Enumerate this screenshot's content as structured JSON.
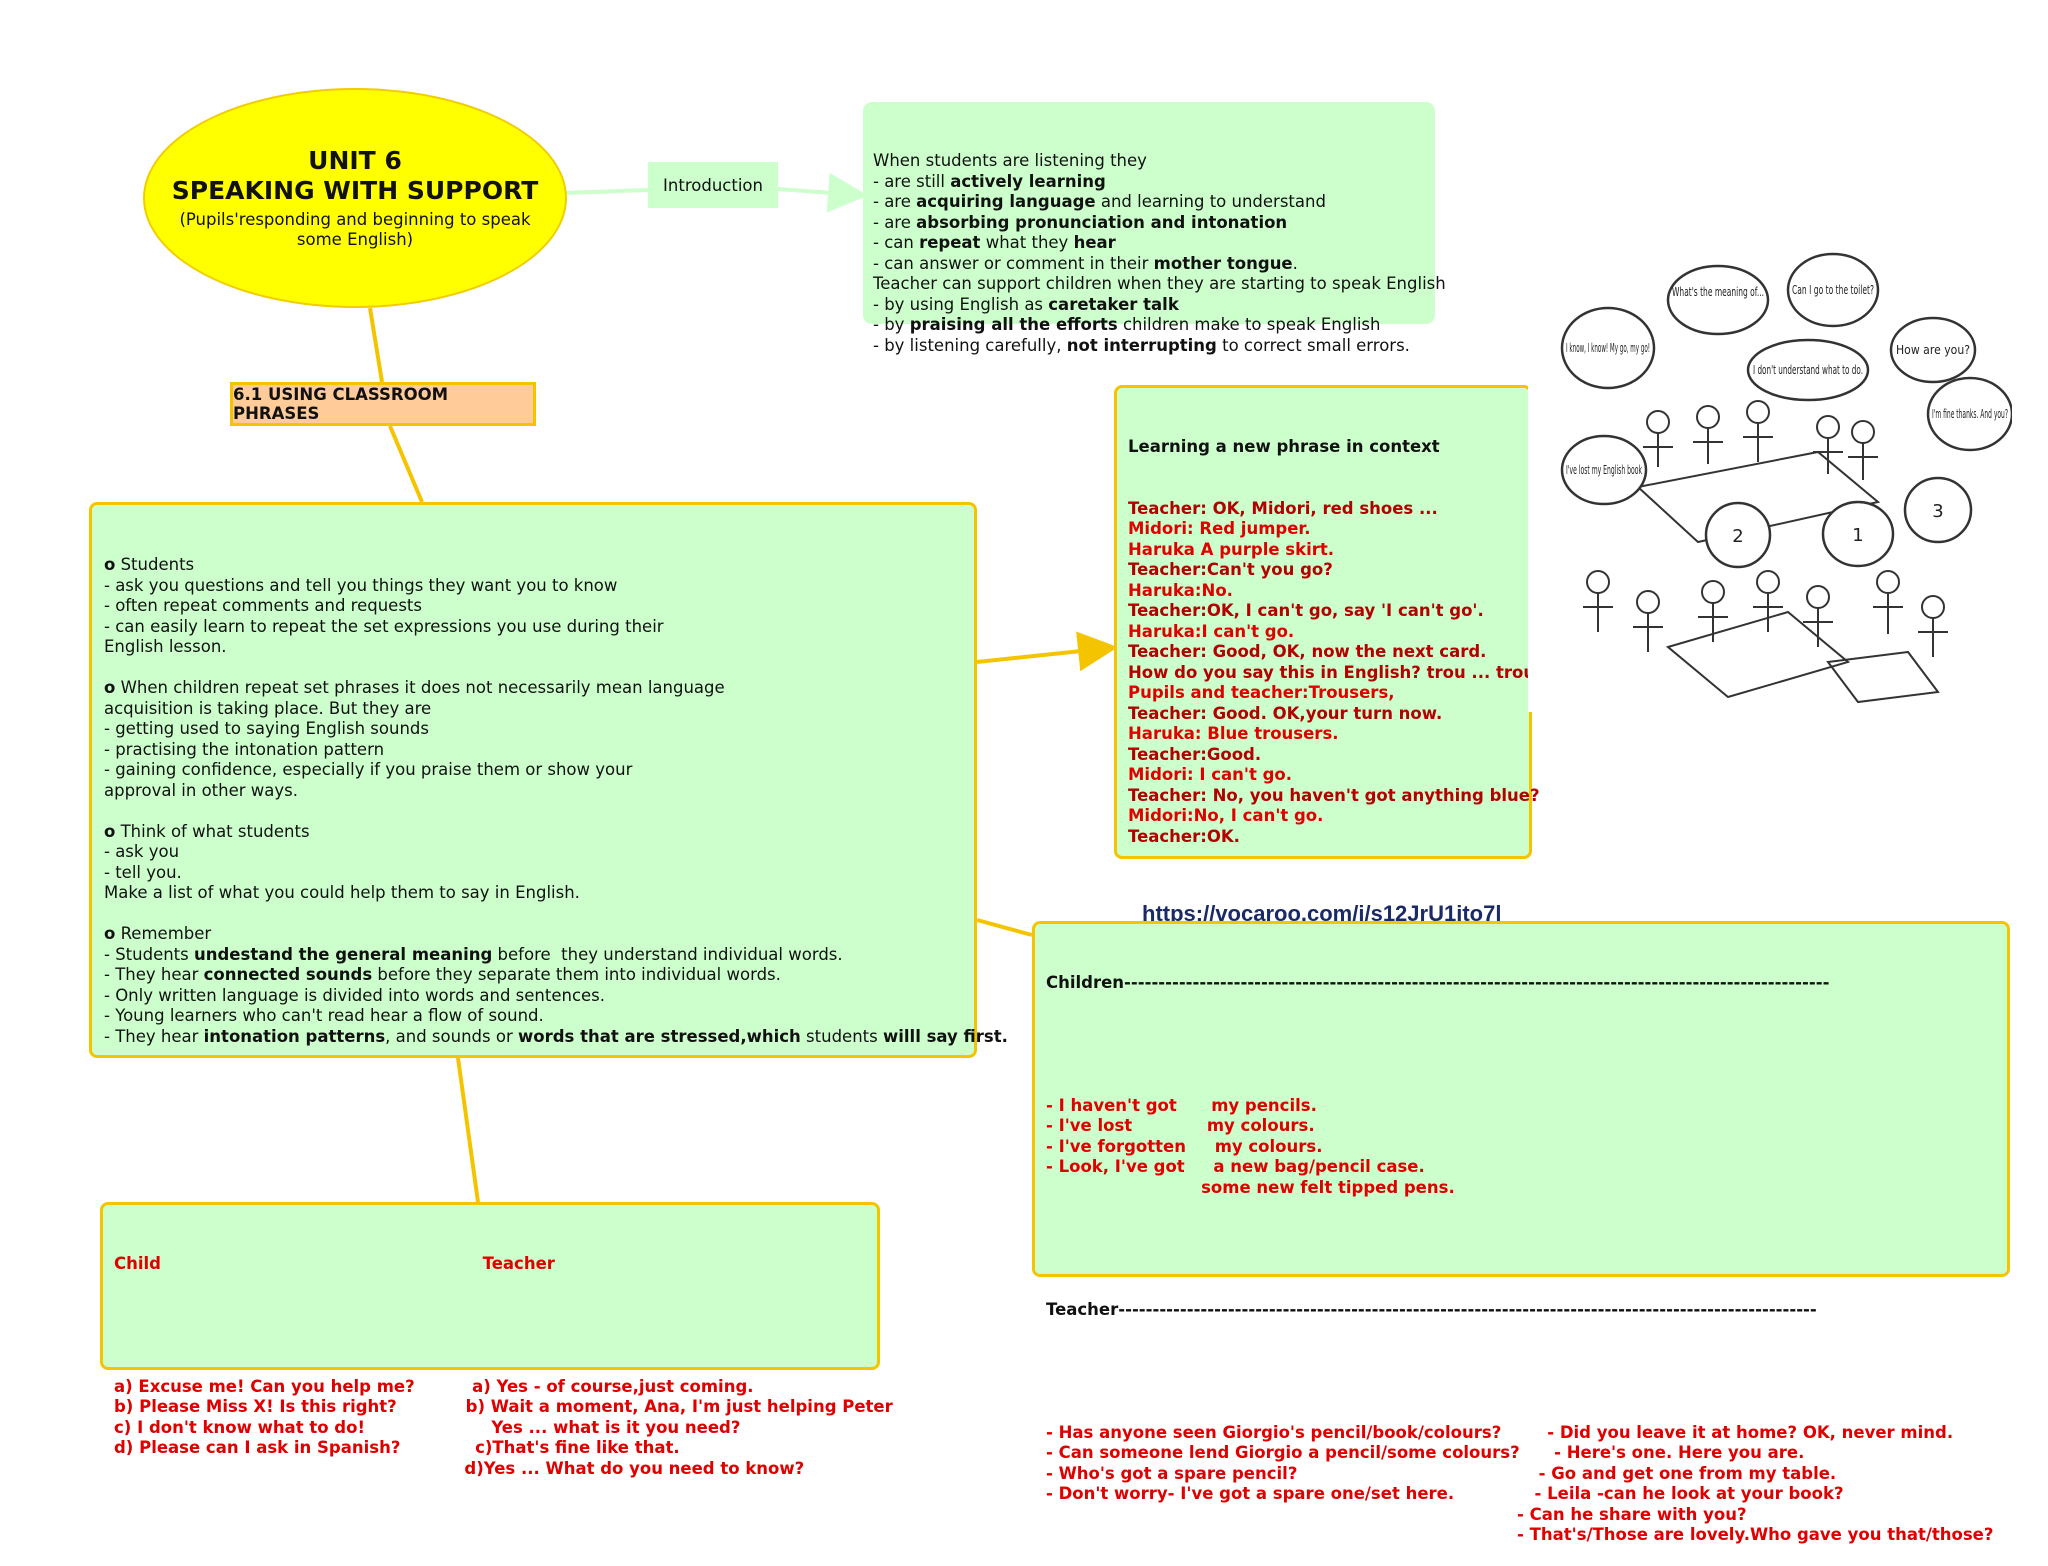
{
  "title": {
    "line1": "UNIT 6",
    "line2": "SPEAKING WITH SUPPORT",
    "subtitle": "(Pupils'responding and beginning to speak some English)"
  },
  "introduction": {
    "label": "Introduction",
    "lines": [
      "When students are listening they",
      "- are still **actively learning**",
      "- are **acquiring language** and learning to understand",
      "- are **absorbing pronunciation and intonation**",
      "- can **repeat** what they **hear**",
      "- can answer or comment in their **mother tongue**.",
      "Teacher can support children when they are starting to speak English",
      "- by using English as **caretaker talk**",
      "- by **praising all the efforts** children make to speak English",
      "- by listening carefully, **not interrupting** to correct small errors."
    ]
  },
  "section_label": "6.1 USING CLASSROOM PHRASES",
  "students": {
    "lines": [
      "**o** Students",
      "- ask you questions and tell you things they want you to know",
      "- often repeat comments and requests",
      "- can easily learn to repeat the set expressions you use during their",
      "English lesson.",
      "",
      "**o** When children repeat set phrases it does not necessarily mean language",
      "acquisition is taking place. But they are",
      "- getting used to saying English sounds",
      "- practising the intonation pattern",
      "- gaining confidence, especially if you praise them or show your",
      "approval in other ways.",
      "",
      "**o** Think of what students",
      "- ask you",
      "- tell you.",
      "Make a list of what you could help them to say in English.",
      "",
      "**o** Remember",
      "- Students **undestand the general meaning** before  they understand individual words.",
      "- They hear **connected sounds** before they separate them into individual words.",
      "- Only written language is divided into words and sentences.",
      "- Young learners who can't read hear a flow of sound.",
      "- They hear **intonation patterns**, and sounds or **words that are stressed,which** students **willl say first.**"
    ]
  },
  "context": {
    "heading": "Learning a new phrase in context",
    "lines": [
      {
        "text": "Teacher: OK, Midori, red shoes ...",
        "style": "dred"
      },
      {
        "text": "Midori: Red jumper.",
        "style": "red"
      },
      {
        "text": "Haruka A purple skirt.",
        "style": "red"
      },
      {
        "text": "Teacher:Can't you go?",
        "style": "dred"
      },
      {
        "text": "Haruka:No.",
        "style": "red"
      },
      {
        "text": "Teacher:OK, I can't go, say 'I can't go'.",
        "style": "dred"
      },
      {
        "text": "Haruka:I can't go.",
        "style": "red"
      },
      {
        "text": "Teacher: Good, OK, now the next card.",
        "style": "dred"
      },
      {
        "text": "How do you say this in English? trou ... trou",
        "style": "dred"
      },
      {
        "text": "Pupils and teacher:Trousers,",
        "style": "red"
      },
      {
        "text": "Teacher: Good. OK,your turn now.",
        "style": "dred"
      },
      {
        "text": "Haruka: Blue trousers.",
        "style": "red"
      },
      {
        "text": "Teacher:Good.",
        "style": "dred"
      },
      {
        "text": "Midori: I can't go.",
        "style": "red"
      },
      {
        "text": "Teacher: No, you haven't got anything blue?",
        "style": "dred"
      },
      {
        "text": "Midori:No, I can't go.",
        "style": "red"
      },
      {
        "text": "Teacher:OK.",
        "style": "dred"
      }
    ],
    "url": "https://vocaroo.com/i/s12JrU1ito7l"
  },
  "materials": {
    "children_heading": "Children-------------------------------------------------------------------------------------------------------",
    "children_lines": [
      "- I haven't got      my pencils.",
      "- I've lost             my colours.",
      "- I've forgotten     my colours.",
      "- Look, I've got     a new bag/pencil case.",
      "                           some new felt tipped pens."
    ],
    "teacher_heading": "Teacher------------------------------------------------------------------------------------------------------",
    "teacher_lines": [
      "- Has anyone seen Giorgio's pencil/book/colours?        - Did you leave it at home? OK, never mind.",
      "- Can someone lend Giorgio a pencil/some colours?      - Here's one. Here you are.",
      "- Who's got a spare pencil?                                          - Go and get one from my table.",
      "- Don't worry- I've got a spare one/set here.              - Leila -can he look at your book?",
      "                                                                                  - Can he share with you?",
      "                                                                                  - That's/Those are lovely.Who gave you that/those?"
    ]
  },
  "child_teacher": {
    "heading": "Child                                                        Teacher",
    "lines": [
      "a) Excuse me! Can you help me?          a) Yes - of course,just coming.",
      "b) Please Miss X! Is this right?            b) Wait a moment, Ana, I'm just helping Peter",
      "c) I don't know what to do!                      Yes ... what is it you need?",
      "d) Please can I ask in Spanish?             c)That's fine like that.",
      "                                                             d)Yes ... What do you need to know?"
    ]
  },
  "illustration": {
    "bubbles": [
      "What's the meaning of...",
      "Can I go to the toilet?",
      "I know, I know! My go, my go!",
      "I don't understand what to do.",
      "How are you?",
      "I'm fine thanks. And you?",
      "I've lost my English book",
      "2",
      "1",
      "3"
    ]
  },
  "colors": {
    "title_fill": "#ffff00",
    "box_fill": "#ccffcc",
    "border": "#f5c400",
    "label_fill": "#ffcc99",
    "red_text": "#e00000",
    "dark_red_text": "#b30000",
    "link_text": "#1a2a66"
  }
}
